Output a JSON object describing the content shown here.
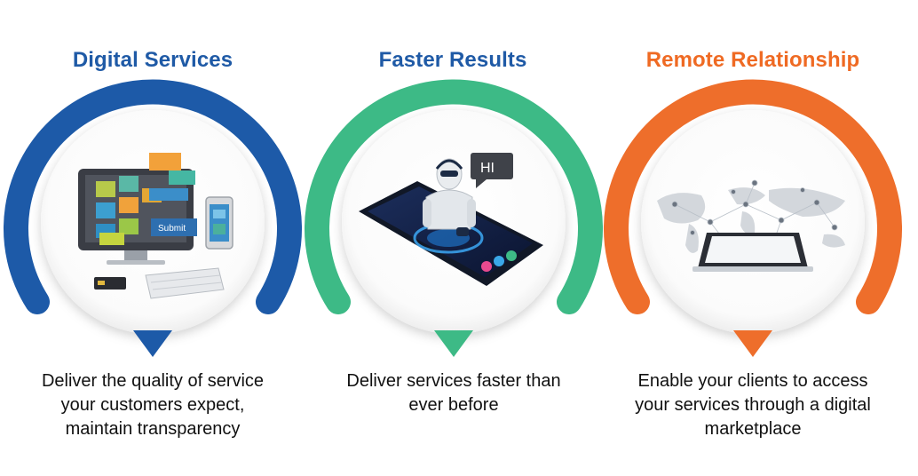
{
  "colors": {
    "blue": "#1d5aa8",
    "green": "#3dba86",
    "orange": "#ee6e2b",
    "title_blue": "#1f5aa6",
    "title_orange": "#ef6a23"
  },
  "cards": [
    {
      "title": "Digital Services",
      "description": [
        "Deliver the quality of service",
        "your customers expect,",
        "maintain transparency"
      ],
      "screen_tile": "Submit",
      "icons": [
        "monitor-icon",
        "keyboard-icon",
        "card-icon",
        "phone-icon"
      ]
    },
    {
      "title": "Faster Results",
      "description": [
        "Deliver services faster than",
        "ever before"
      ],
      "speech_bubble": "HI",
      "icons": [
        "robot-icon",
        "smartphone-icon",
        "speech-bubble-icon"
      ]
    },
    {
      "title": "Remote Relationship",
      "description": [
        "Enable your clients to access",
        "your services through a digital",
        "marketplace"
      ],
      "icons": [
        "world-map-icon",
        "tablet-icon",
        "people-network-icon"
      ]
    }
  ]
}
